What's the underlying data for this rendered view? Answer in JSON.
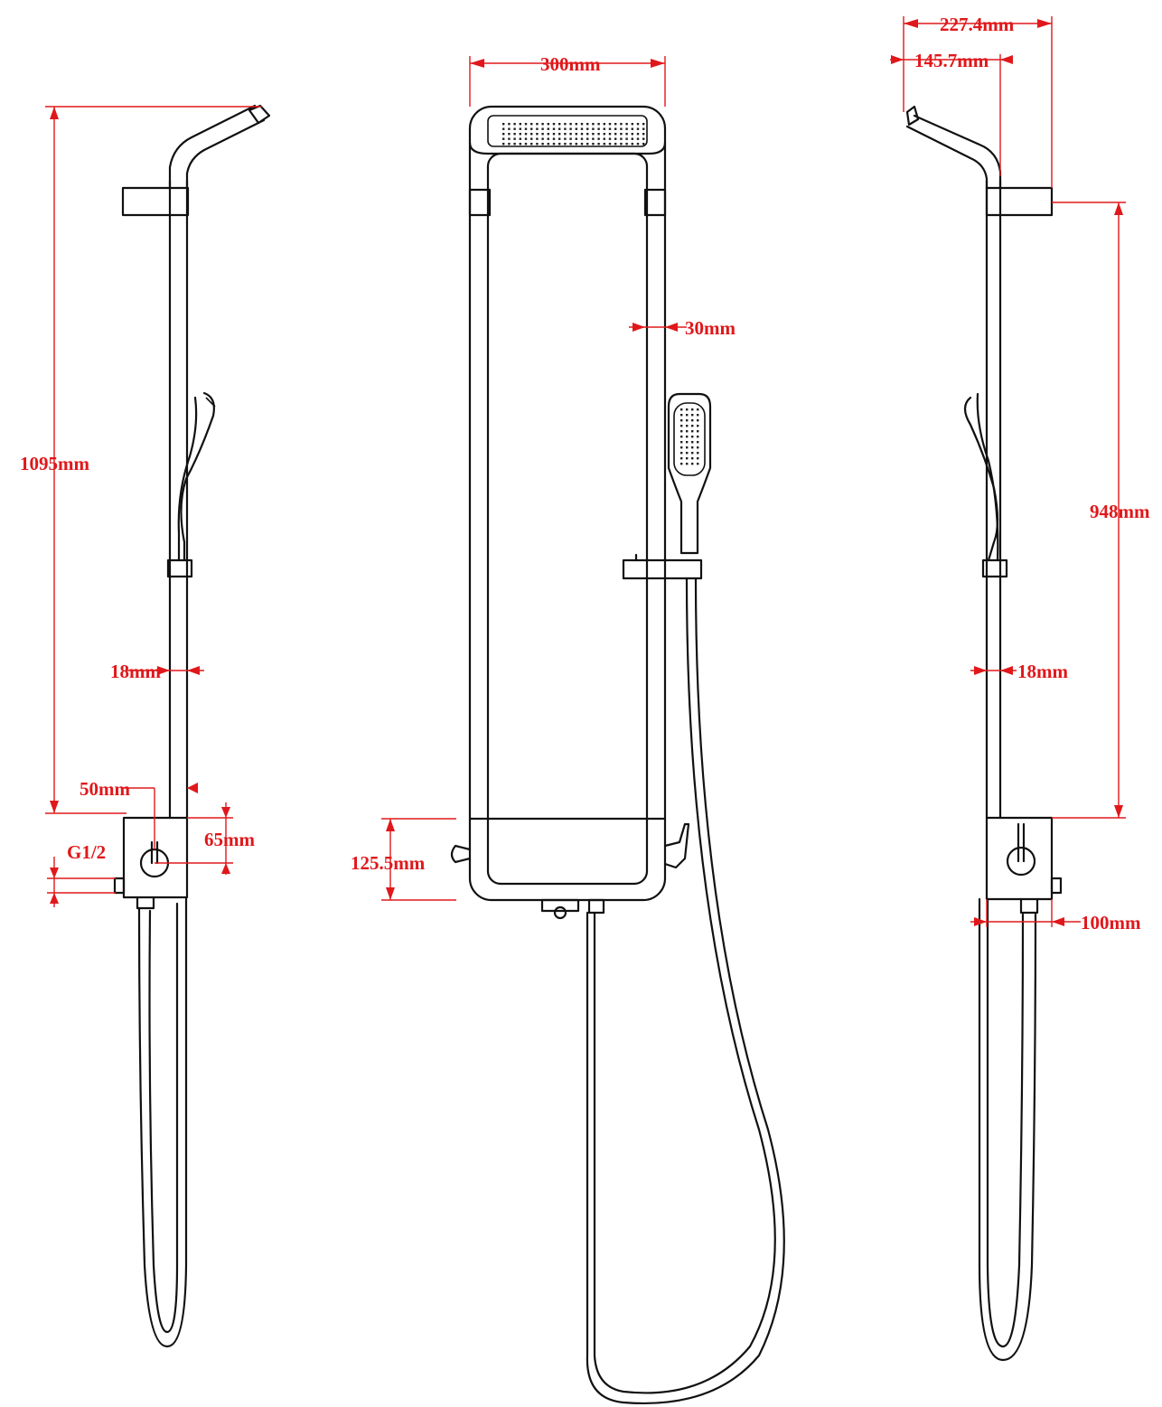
{
  "dimensions": {
    "overall_height": "1095mm",
    "rail_diameter_left": "18mm",
    "valve_offset": "50mm",
    "valve_block_height": "65mm",
    "inlet_thread": "G1/2",
    "panel_width": "300mm",
    "rail_width": "30mm",
    "bottom_box_height": "125.5mm",
    "head_projection_total": "227.4mm",
    "head_projection_arm": "145.7mm",
    "bracket_to_valve": "948mm",
    "rail_diameter_right": "18mm",
    "valve_depth": "100mm"
  },
  "colors": {
    "line": "#111111",
    "dimension": "#e0181b",
    "background": "#ffffff"
  }
}
